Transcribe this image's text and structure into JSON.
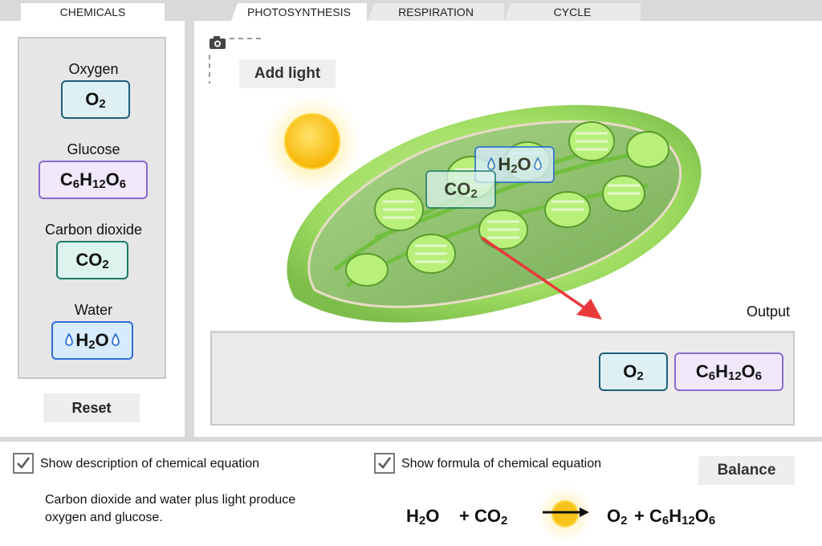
{
  "tabs": [
    {
      "label": "CHEMICALS"
    },
    {
      "label": "PHOTOSYNTHESIS"
    },
    {
      "label": "RESPIRATION"
    },
    {
      "label": "CYCLE"
    }
  ],
  "chemicals": {
    "items": [
      {
        "name": "Oxygen",
        "formula": "O2"
      },
      {
        "name": "Glucose",
        "formula": "C6H12O6"
      },
      {
        "name": "Carbon dioxide",
        "formula": "CO2"
      },
      {
        "name": "Water",
        "formula": "H2O"
      }
    ],
    "reset_label": "Reset"
  },
  "scene": {
    "add_light_label": "Add light",
    "output_label": "Output",
    "inside_molecules": [
      "H2O",
      "CO2"
    ],
    "output_molecules": [
      "O2",
      "C6H12O6"
    ]
  },
  "bottom": {
    "description_checkbox_label": "Show description of chemical equation",
    "formula_checkbox_label": "Show formula of chemical equation",
    "description_text": "Carbon dioxide and water plus light produce oxygen and glucose.",
    "balance_label": "Balance",
    "equation": {
      "reactant_1": "H2O",
      "plus_1": "+ CO2",
      "product_1": "O2",
      "plus_2": "+ C6H12O6"
    }
  },
  "colors": {
    "oxygen_border": "#1f5f7a",
    "glucose_border": "#8a6ad0",
    "co2_border": "#1f7a66",
    "water_border": "#2f6fd6",
    "arrow": "#e8393b"
  }
}
